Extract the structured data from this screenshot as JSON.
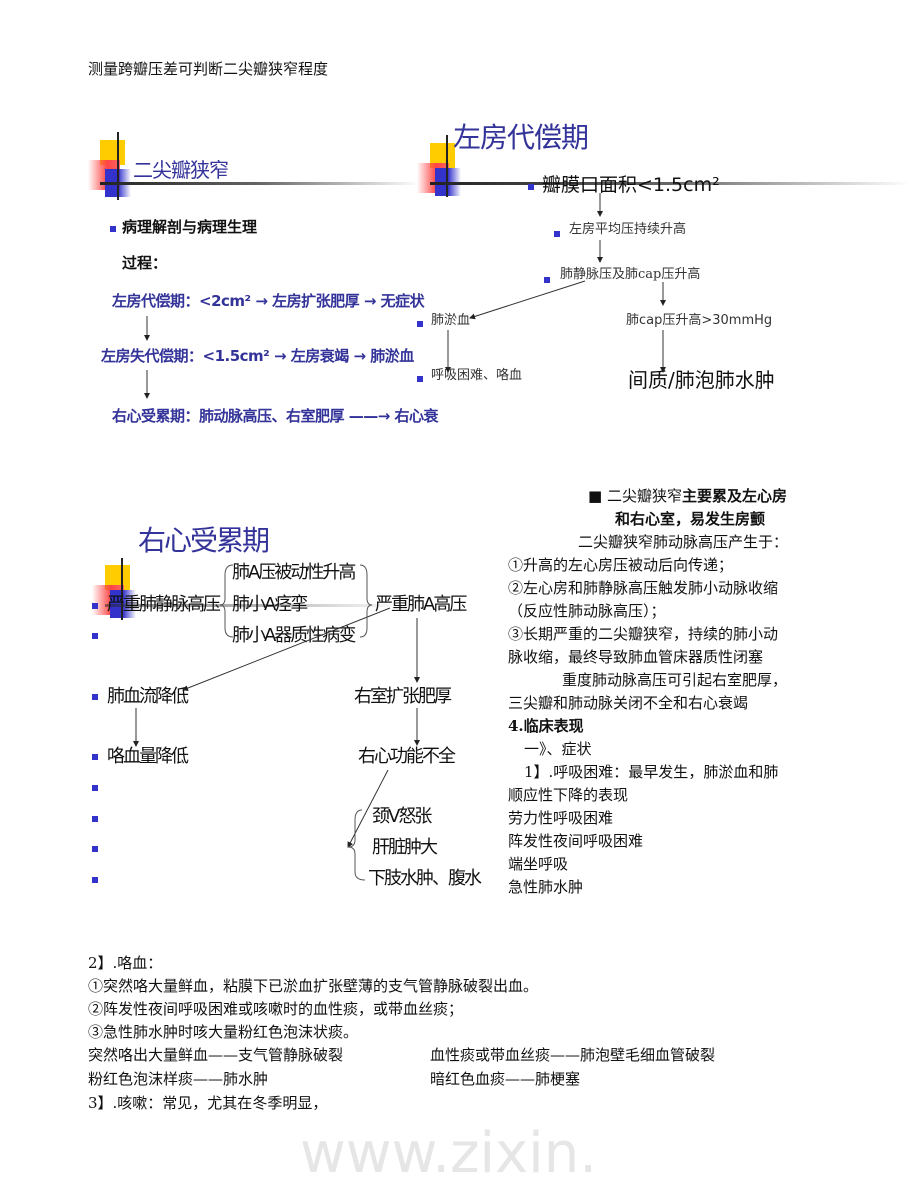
{
  "header": "测量跨瓣压差可判断二尖瓣狭窄程度",
  "slide1": {
    "title": "二尖瓣狭窄",
    "bullet": "病理解剖与病理生理",
    "process_label": "过程：",
    "rows": [
      "左房代偿期：<2cm² → 左房扩张肥厚 → 无症状",
      "左房失代偿期：<1.5cm² → 左房衰竭 → 肺淤血",
      "右心受累期：肺动脉高压、右室肥厚 ——→ 右心衰"
    ]
  },
  "slide2": {
    "title": "左房代偿期",
    "n1": "瓣膜口面积<1.5cm²",
    "n2": "左房平均压持续升高",
    "n3": "肺静脉压及肺cap压升高",
    "n4": "肺淤血",
    "n5": "肺cap压升高>30mmHg",
    "n6": "呼吸困难、咯血",
    "n7": "间质/肺泡肺水肿"
  },
  "slide3": {
    "title": "右心受累期",
    "n1": "严重肺静脉高压",
    "b1": "肺A压被动性升高",
    "b2": "肺小A痉挛",
    "b3": "肺小A器质性病变",
    "n2": "严重肺A高压",
    "n3": "肺血流降低",
    "n4": "右室扩张肥厚",
    "n5": "咯血量降低",
    "n6": "右心功能不全",
    "c1": "颈V怒张",
    "c2": "肝脏肿大",
    "c3": "下肢水肿、腹水"
  },
  "watermark": "www.zixin.",
  "right": {
    "l1a": "■  二尖瓣狭窄",
    "l1b": "主要累及左心房",
    "l2": "和右心室，易发生房颤",
    "lines": [
      "二尖瓣狭窄肺动脉高压产生于：",
      "①升高的左心房压被动后向传递；",
      "②左心房和肺静脉高压触发肺小动脉收缩",
      "（反应性肺动脉高压）；",
      "③长期严重的二尖瓣狭窄，持续的肺小动",
      "脉收缩，最终导致肺血管床器质性闭塞",
      "重度肺动脉高压可引起右室肥厚，",
      "三尖瓣和肺动脉关闭不全和右心衰竭",
      "4.临床表现",
      "一》、症状",
      "1】.呼吸困难：最早发生，肺淤血和肺",
      "顺应性下降的表现",
      "劳力性呼吸困难",
      "阵发性夜间呼吸困难",
      "端坐呼吸",
      "急性肺水肿"
    ]
  },
  "bottom": {
    "lines": [
      "2】.咯血：",
      "①突然咯大量鲜血，粘膜下已淤血扩张壁薄的支气管静脉破裂出血。",
      "②阵发性夜间呼吸困难或咳嗽时的血性痰，或带血丝痰；",
      "③急性肺水肿时咳大量粉红色泡沫状痰。"
    ],
    "pairs": [
      [
        "突然咯出大量鲜血——支气管静脉破裂",
        "血性痰或带血丝痰——肺泡壁毛细血管破裂"
      ],
      [
        "粉红色泡沫样痰——肺水肿",
        "暗红色血痰——肺梗塞"
      ]
    ],
    "last": "3】.咳嗽：常见，尤其在冬季明显，"
  },
  "colors": {
    "slide_title": "#333399",
    "bullet": "#3333cc",
    "logo_yellow": "#ffcc00",
    "logo_red": "#ff4444"
  }
}
